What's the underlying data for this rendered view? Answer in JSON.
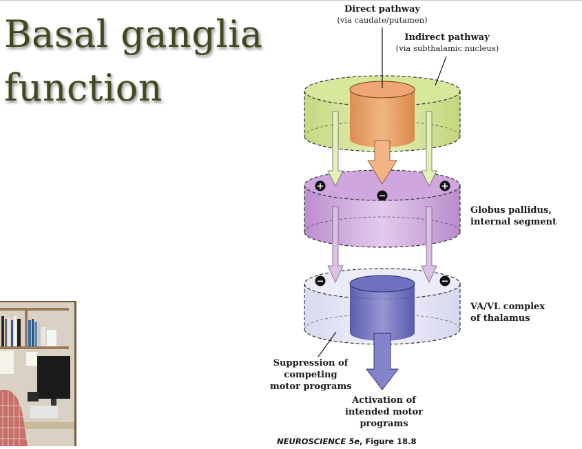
{
  "slide": {
    "title_line1": "Basal ganglia",
    "title_line2": "function"
  },
  "labels": {
    "direct_title": "Direct pathway",
    "direct_sub": "(via caudate/putamen)",
    "indirect_title": "Indirect pathway",
    "indirect_sub": "(via subthalamic nucleus)",
    "gpi_line1": "Globus pallidus,",
    "gpi_line2": "internal segment",
    "thal_line1": "VA/VL complex",
    "thal_line2": "of thalamus",
    "supp_line1": "Suppression of",
    "supp_line2": "competing",
    "supp_line3": "motor programs",
    "act_line1": "Activation of",
    "act_line2": "intended motor",
    "act_line3": "programs"
  },
  "signs": {
    "gpi_left": "+",
    "gpi_center": "−",
    "gpi_right": "+",
    "thal_left": "−",
    "thal_right": "−"
  },
  "credit": {
    "book": "NEUROSCIENCE 5e",
    "figure": ", Figure 18.8"
  },
  "colors": {
    "title": "#3e4a1e",
    "striatum_outer": "#cfe08e",
    "striatum_inner": "#e8965a",
    "globus_pallidus": "#c7a0d6",
    "thalamus_outer": "#dcdcf2",
    "thalamus_inner": "#5a5ab0",
    "arrow_green": "#dff0b0",
    "arrow_orange": "#f0b080",
    "arrow_purple": "#d8b8e8",
    "arrow_blue": "#8080c8"
  }
}
